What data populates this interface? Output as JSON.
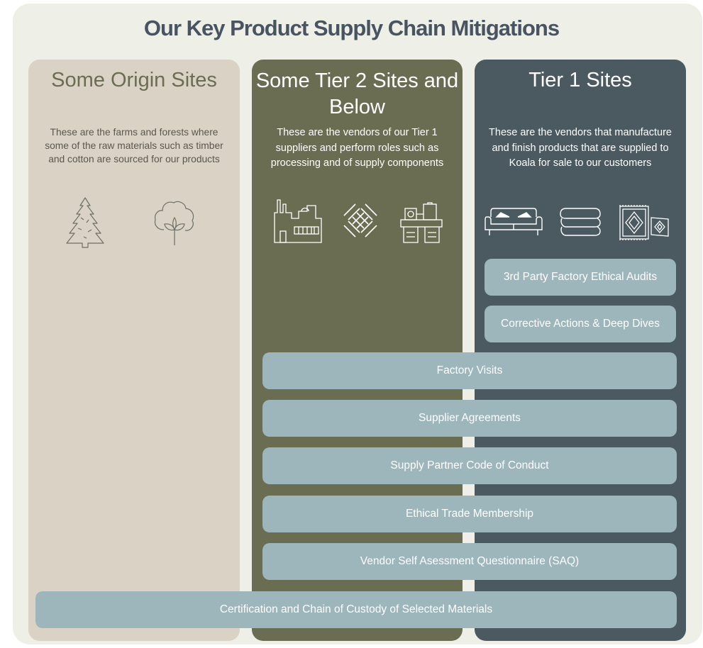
{
  "title": "Our Key Product Supply Chain Mitigations",
  "columns": {
    "origin": {
      "heading": "Some Origin Sites",
      "description": "These are the farms and forests where some of the raw materials such as timber and cotton are sourced for our products",
      "icons": [
        "pine-tree-icon",
        "cotton-boll-icon"
      ]
    },
    "tier2": {
      "heading": "Some Tier 2 Sites and Below",
      "description": "These are the vendors of our Tier 1 suppliers and perform roles such as processing and of supply components",
      "icons": [
        "factory-icon",
        "woven-fabric-icon",
        "machinery-icon"
      ]
    },
    "tier1": {
      "heading": "Tier 1 Sites",
      "description": "These are the vendors that manufacture and finish products that are supplied to Koala for sale to our customers",
      "icons": [
        "sofa-icon",
        "folded-towels-icon",
        "rug-cushion-icon"
      ]
    }
  },
  "mitigations": [
    "3rd Party Factory Ethical Audits",
    "Corrective Actions & Deep Dives",
    "Factory Visits",
    "Supplier Agreements",
    "Supply Partner Code of Conduct",
    "Ethical Trade Membership",
    "Vendor Self Asessment Questionnaire (SAQ)",
    "Certification and Chain of Custody of Selected Materials"
  ],
  "colors": {
    "background": "#eeefe6",
    "title": "#485461",
    "origin": "#d9d2c5",
    "tier2": "#6b6d53",
    "tier1": "#4b5960",
    "bar": "#9cb6bb"
  }
}
